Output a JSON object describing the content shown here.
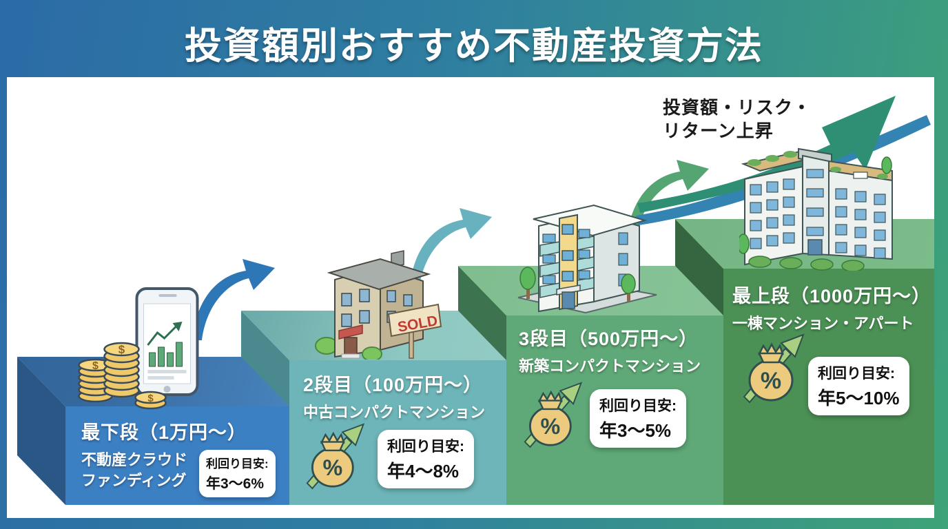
{
  "header": {
    "title": "投資額別おすすめ不動産投資方法"
  },
  "annotation": {
    "line1": "投資額・リスク・",
    "line2": "リターン上昇"
  },
  "glyphs": {
    "percent": "%",
    "dollar": "$"
  },
  "colors": {
    "frame_blue": "#2B6BA6",
    "frame_green": "#3EA377",
    "step1": "#3C80C4",
    "step2": "#6DB5B8",
    "step3": "#5FA877",
    "step4": "#4B9055",
    "arrow1": "#2E77B6",
    "arrow2": "#68B2BF",
    "arrow3": "#55A573",
    "big_arrow": "#2E8F74"
  },
  "steps": [
    {
      "label": "最下段（1万円〜）",
      "method_line1": "不動産クラウド",
      "method_line2": "ファンディング",
      "yield_label": "利回り目安:",
      "yield_value": "年3〜6%"
    },
    {
      "label": "2段目（100万円〜）",
      "method_line1": "中古コンパクトマンション",
      "sign_text": "SOLD",
      "yield_label": "利回り目安:",
      "yield_value": "年4〜8%"
    },
    {
      "label": "3段目（500万円〜）",
      "method_line1": "新築コンパクトマンション",
      "yield_label": "利回り目安:",
      "yield_value": "年3〜5%"
    },
    {
      "label": "最上段（1000万円〜）",
      "method_line1": "一棟マンション・アパート",
      "yield_label": "利回り目安:",
      "yield_value": "年5〜10%"
    }
  ]
}
